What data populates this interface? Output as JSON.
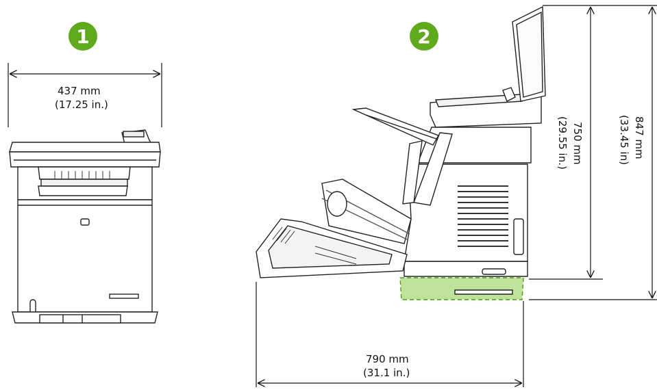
{
  "badge_color": "#5ea91c",
  "tray_highlight_color": "#bfe39a",
  "views": [
    {
      "number": "1"
    },
    {
      "number": "2"
    }
  ],
  "dimensions": {
    "front_width": {
      "metric": "437 mm",
      "imperial": "(17.25 in.)"
    },
    "open_depth": {
      "metric": "790 mm",
      "imperial": "(31.1 in.)"
    },
    "height_standard": {
      "metric": "750 mm",
      "imperial": "(29.55 in.)"
    },
    "height_with_tray": {
      "metric": "847 mm",
      "imperial": "(33.45 in)"
    }
  }
}
